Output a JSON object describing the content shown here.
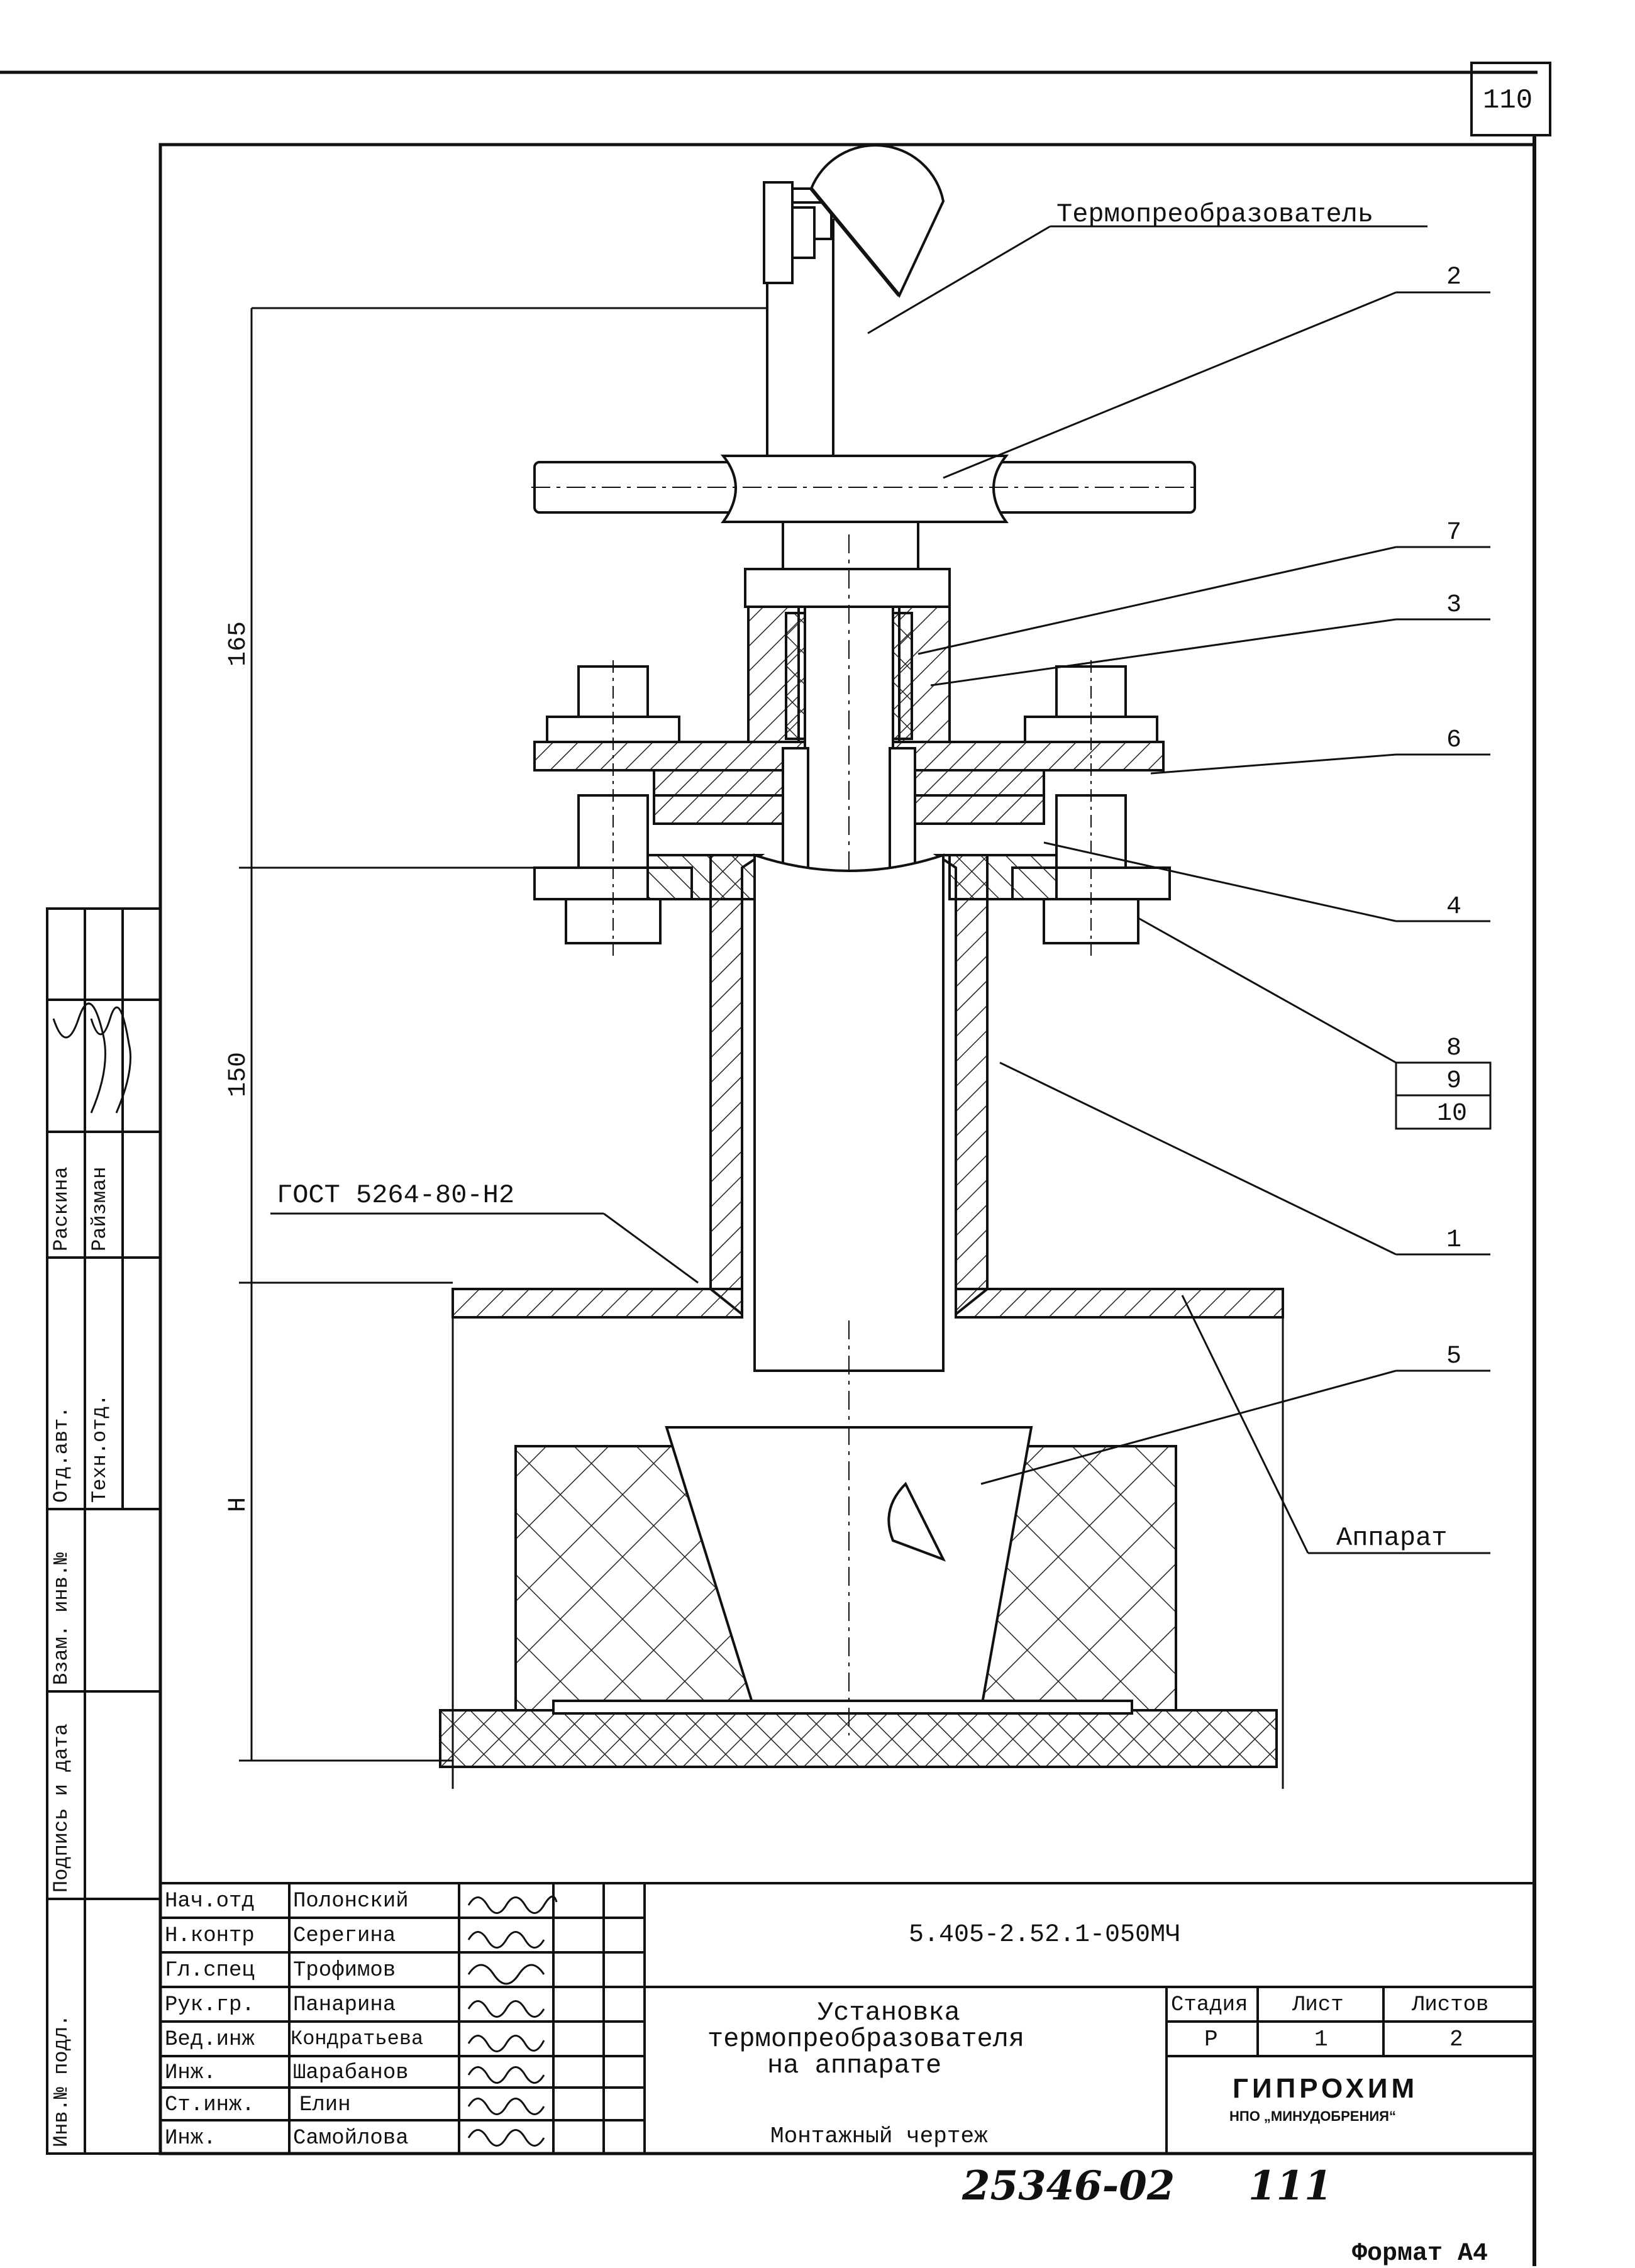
{
  "sheet": {
    "page_number": "110",
    "bottom_number": "25346-02",
    "bottom_page": "111",
    "format": "Формат А4"
  },
  "drawing": {
    "callouts": {
      "sensor": "Термопреобразователь",
      "p2": "2",
      "p7": "7",
      "p3": "3",
      "p6": "6",
      "p4": "4",
      "p8": "8",
      "p9": "9",
      "p10": "10",
      "p1": "1",
      "p5": "5",
      "apparatus": "Аппарат",
      "gost": "ГОСТ 5264-80-Н2"
    },
    "dimensions": {
      "d165": "165",
      "d150": "150",
      "dH": "Н"
    }
  },
  "side_stamp": {
    "cols": [
      {
        "top": "Раскина",
        "bottom": "Отд.авт."
      },
      {
        "top": "Райзман",
        "bottom": "Техн.отд."
      }
    ],
    "fields": [
      "Взам. инв.№",
      "Подпись и дата",
      "Инв.№ подл."
    ]
  },
  "title_block": {
    "staff": [
      {
        "role": "Нач.отд",
        "name": "Полонский"
      },
      {
        "role": "Н.контр",
        "name": "Серегина"
      },
      {
        "role": "Гл.спец",
        "name": "Трофимов"
      },
      {
        "role": "Рук.гр.",
        "name": "Панарина"
      },
      {
        "role": "Вед.инж",
        "name": "Кондратьева"
      },
      {
        "role": "Инж.",
        "name": "Шарабанов"
      },
      {
        "role": "Ст.инж.",
        "name": "Елин"
      },
      {
        "role": "Инж.",
        "name": "Самойлова"
      }
    ],
    "code": "5.405-2.52.1-050МЧ",
    "title_lines": [
      "Установка",
      "термопреобразователя",
      "на аппарате"
    ],
    "subtitle": "Монтажный чертеж",
    "stage_header": "Стадия",
    "sheet_header": "Лист",
    "sheets_header": "Листов",
    "stage": "Р",
    "sheet": "1",
    "sheets": "2",
    "org": "ГИПРОХИМ",
    "org_sub": "НПО „МИНУДОБРЕНИЯ“"
  }
}
